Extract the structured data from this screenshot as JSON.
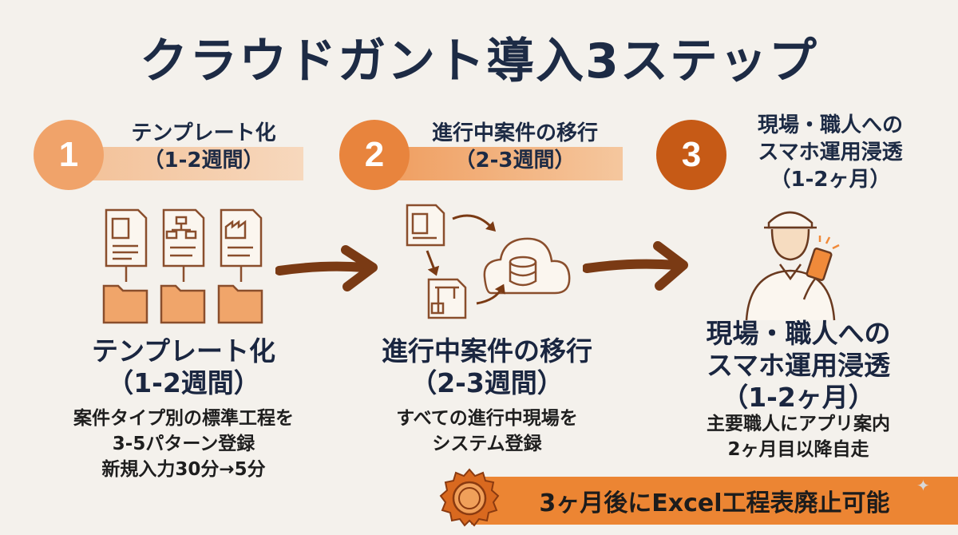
{
  "title": "クラウドガント導入3ステップ",
  "steps": [
    {
      "number": "1",
      "header_line1": "テンプレート化",
      "header_line2": "（1-2週間）",
      "title_line1": "テンプレート化",
      "title_line2": "（1-2週間）",
      "desc_lines": [
        "案件タイプ別の標準工程を",
        "3-5パターン登録",
        "新規入力30分→5分"
      ]
    },
    {
      "number": "2",
      "header_line1": "進行中案件の移行",
      "header_line2": "（2-3週間）",
      "title_line1": "進行中案件の移行",
      "title_line2": "（2-3週間）",
      "desc_lines": [
        "すべての進行中現場を",
        "システム登録"
      ]
    },
    {
      "number": "3",
      "header_line1": "現場・職人への",
      "header_line2": "スマホ運用浸透",
      "header_line3": "（1-2ヶ月）",
      "title_line1": "現場・職人への",
      "title_line2": "スマホ運用浸透",
      "title_line3": "（1-2ヶ月）",
      "desc_lines": [
        "主要職人にアプリ案内",
        "2ヶ月目以降自走"
      ]
    }
  ],
  "banner": "3ヶ月後にExcel工程表廃止可能",
  "colors": {
    "step1": "#f0a36a",
    "step2": "#e8843d",
    "step3": "#c65a16",
    "arrow": "#7a3a14",
    "banner": "#ec8533",
    "title": "#1d2b45"
  },
  "icons": [
    "document-building-icon",
    "document-flowchart-icon",
    "document-factory-icon",
    "folder-icon",
    "cloud-database-icon",
    "crane-icon",
    "worker-phone-icon",
    "medal-icon",
    "sparkle-icon"
  ]
}
